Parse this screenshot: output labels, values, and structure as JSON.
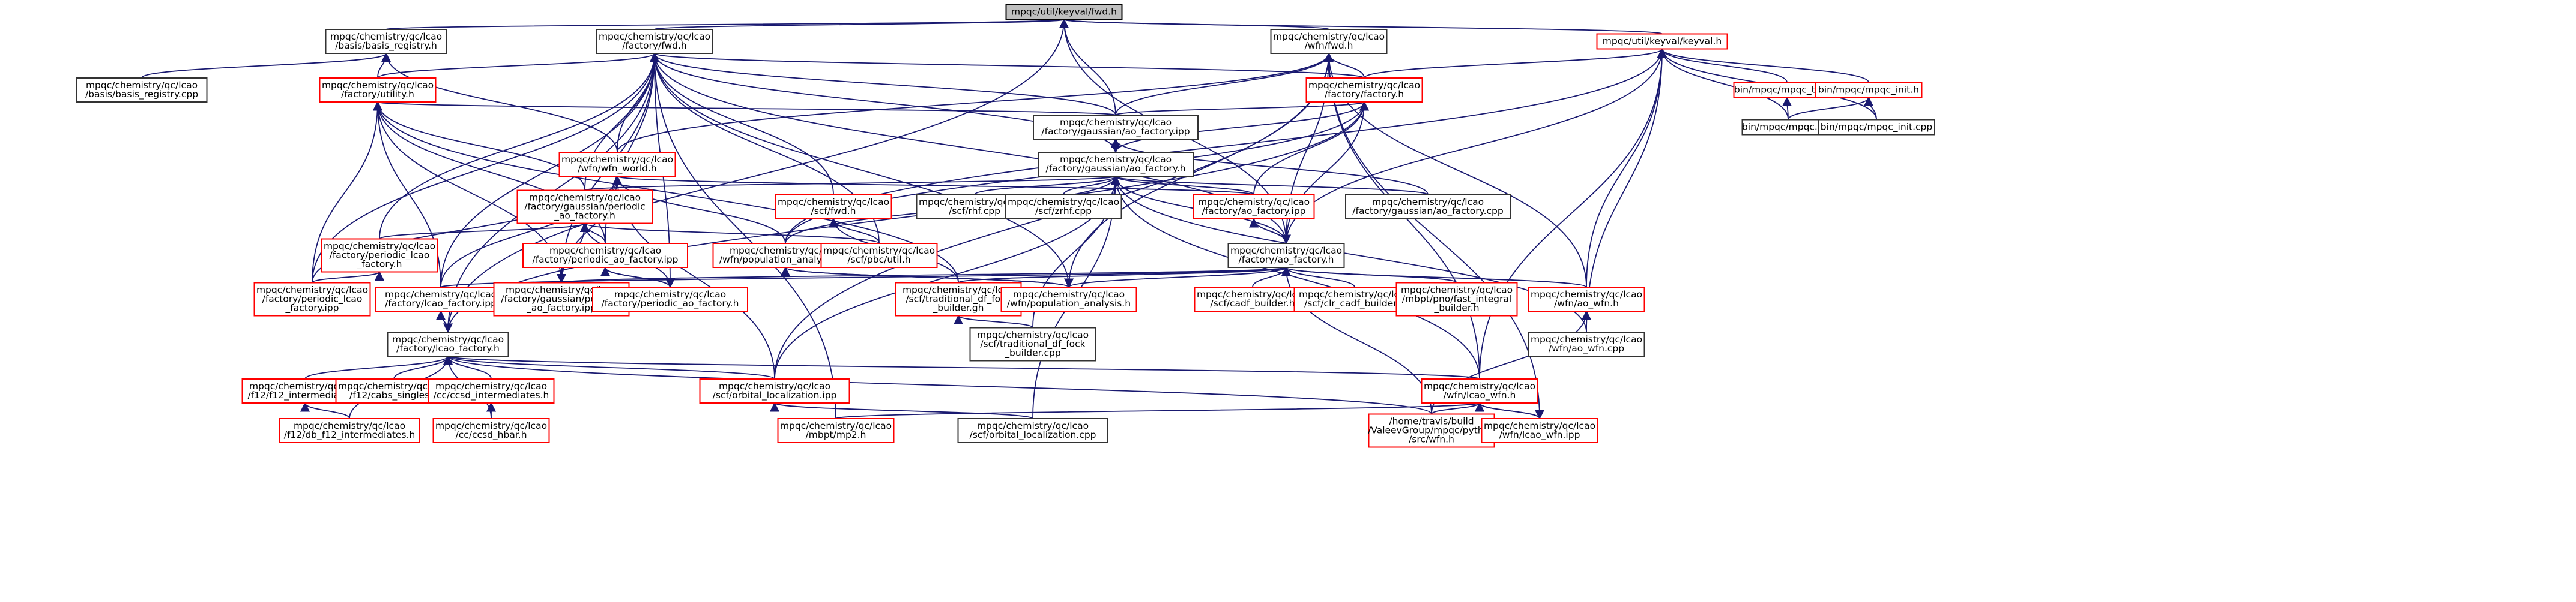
{
  "nodes": [
    {
      "id": "keyval_fwd",
      "lines": [
        "mpqc/util/keyval/fwd.h"
      ],
      "style": "focus"
    },
    {
      "id": "basis_registry_h",
      "lines": [
        "mpqc/chemistry/qc/lcao",
        "/basis/basis_registry.h"
      ],
      "style": "normal"
    },
    {
      "id": "factory_fwd",
      "lines": [
        "mpqc/chemistry/qc/lcao",
        "/factory/fwd.h"
      ],
      "style": "normal"
    },
    {
      "id": "wfn_fwd",
      "lines": [
        "mpqc/chemistry/qc/lcao",
        "/wfn/fwd.h"
      ],
      "style": "normal"
    },
    {
      "id": "keyval_h",
      "lines": [
        "mpqc/util/keyval/keyval.h"
      ],
      "style": "red"
    },
    {
      "id": "basis_registry_cpp",
      "lines": [
        "mpqc/chemistry/qc/lcao",
        "/basis/basis_registry.cpp"
      ],
      "style": "normal"
    },
    {
      "id": "factory_utility",
      "lines": [
        "mpqc/chemistry/qc/lcao",
        "/factory/utility.h"
      ],
      "style": "red"
    },
    {
      "id": "factory_factory",
      "lines": [
        "mpqc/chemistry/qc/lcao",
        "/factory/factory.h"
      ],
      "style": "red"
    },
    {
      "id": "mpqc_task",
      "lines": [
        "bin/mpqc/mpqc_task.h"
      ],
      "style": "red"
    },
    {
      "id": "mpqc_init_h",
      "lines": [
        "bin/mpqc/mpqc_init.h"
      ],
      "style": "red"
    },
    {
      "id": "gaussian_ao_factory_ipp",
      "lines": [
        "mpqc/chemistry/qc/lcao",
        "/factory/gaussian/ao_factory.ipp"
      ],
      "style": "normal"
    },
    {
      "id": "mpqc_cpp",
      "lines": [
        "bin/mpqc/mpqc.cpp"
      ],
      "style": "normal"
    },
    {
      "id": "mpqc_init_cpp",
      "lines": [
        "bin/mpqc/mpqc_init.cpp"
      ],
      "style": "normal"
    },
    {
      "id": "wfn_world",
      "lines": [
        "mpqc/chemistry/qc/lcao",
        "/wfn/wfn_world.h"
      ],
      "style": "red"
    },
    {
      "id": "gaussian_ao_factory_h",
      "lines": [
        "mpqc/chemistry/qc/lcao",
        "/factory/gaussian/ao_factory.h"
      ],
      "style": "normal"
    },
    {
      "id": "periodic_ao_factory_h",
      "lines": [
        "mpqc/chemistry/qc/lcao",
        "/factory/gaussian/periodic",
        "_ao_factory.h"
      ],
      "style": "red"
    },
    {
      "id": "scf_fwd",
      "lines": [
        "mpqc/chemistry/qc/lcao",
        "/scf/fwd.h"
      ],
      "style": "red"
    },
    {
      "id": "scf_rhf",
      "lines": [
        "mpqc/chemistry/qc/lcao",
        "/scf/rhf.cpp"
      ],
      "style": "normal"
    },
    {
      "id": "scf_zrhf",
      "lines": [
        "mpqc/chemistry/qc/lcao",
        "/scf/zrhf.cpp"
      ],
      "style": "normal"
    },
    {
      "id": "ao_factory_ipp",
      "lines": [
        "mpqc/chemistry/qc/lcao",
        "/factory/ao_factory.ipp"
      ],
      "style": "red"
    },
    {
      "id": "gaussian_ao_factory_cpp",
      "lines": [
        "mpqc/chemistry/qc/lcao",
        "/factory/gaussian/ao_factory.cpp"
      ],
      "style": "normal"
    },
    {
      "id": "periodic_lcao_factory_h",
      "lines": [
        "mpqc/chemistry/qc/lcao",
        "/factory/periodic_lcao",
        "_factory.h"
      ],
      "style": "red"
    },
    {
      "id": "factory_periodic_ao_factory_ipp",
      "lines": [
        "mpqc/chemistry/qc/lcao",
        "/factory/periodic_ao_factory.ipp"
      ],
      "style": "red"
    },
    {
      "id": "wfn_population_analysis_ipp",
      "lines": [
        "mpqc/chemistry/qc/lcao",
        "/wfn/population_analysis.ipp"
      ],
      "style": "red"
    },
    {
      "id": "scf_pbc_util",
      "lines": [
        "mpqc/chemistry/qc/lcao",
        "/scf/pbc/util.h"
      ],
      "style": "red"
    },
    {
      "id": "ao_factory_h",
      "lines": [
        "mpqc/chemistry/qc/lcao",
        "/factory/ao_factory.h"
      ],
      "style": "normal"
    },
    {
      "id": "periodic_lcao_factory_ipp",
      "lines": [
        "mpqc/chemistry/qc/lcao",
        "/factory/periodic_lcao",
        "_factory.ipp"
      ],
      "style": "red"
    },
    {
      "id": "lcao_factory_ipp",
      "lines": [
        "mpqc/chemistry/qc/lcao",
        "/factory/lcao_factory.ipp"
      ],
      "style": "red"
    },
    {
      "id": "gaussian_periodic_ao_factory_ipp",
      "lines": [
        "mpqc/chemistry/qc/lcao",
        "/factory/gaussian/periodic",
        "_ao_factory.ipp"
      ],
      "style": "red"
    },
    {
      "id": "factory_periodic_ao_factory_h",
      "lines": [
        "mpqc/chemistry/qc/lcao",
        "/factory/periodic_ao_factory.h"
      ],
      "style": "red"
    },
    {
      "id": "traditional_df_fock_builder_h",
      "lines": [
        "mpqc/chemistry/qc/lcao",
        "/scf/traditional_df_fock",
        "_builder.gh"
      ],
      "style": "red"
    },
    {
      "id": "wfn_population_analysis_h",
      "lines": [
        "mpqc/chemistry/qc/lcao",
        "/wfn/population_analysis.h"
      ],
      "style": "red"
    },
    {
      "id": "scf_cadf_builder",
      "lines": [
        "mpqc/chemistry/qc/lcao",
        "/scf/cadf_builder.h"
      ],
      "style": "red"
    },
    {
      "id": "scf_clr_cadf_builder",
      "lines": [
        "mpqc/chemistry/qc/lcao",
        "/scf/clr_cadf_builder.h"
      ],
      "style": "red"
    },
    {
      "id": "mbpt_fast_integral_builder",
      "lines": [
        "mpqc/chemistry/qc/lcao",
        "/mbpt/pno/fast_integral",
        "_builder.h"
      ],
      "style": "red"
    },
    {
      "id": "wfn_ao_wfn_h",
      "lines": [
        "mpqc/chemistry/qc/lcao",
        "/wfn/ao_wfn.h"
      ],
      "style": "red"
    },
    {
      "id": "lcao_factory_h",
      "lines": [
        "mpqc/chemistry/qc/lcao",
        "/factory/lcao_factory.h"
      ],
      "style": "normal"
    },
    {
      "id": "traditional_df_fock_builder_cpp",
      "lines": [
        "mpqc/chemistry/qc/lcao",
        "/scf/traditional_df_fock",
        "_builder.cpp"
      ],
      "style": "normal"
    },
    {
      "id": "wfn_ao_wfn_cpp",
      "lines": [
        "mpqc/chemistry/qc/lcao",
        "/wfn/ao_wfn.cpp"
      ],
      "style": "normal"
    },
    {
      "id": "f12_intermediates",
      "lines": [
        "mpqc/chemistry/qc/lcao",
        "/f12/f12_intermediates.h"
      ],
      "style": "red"
    },
    {
      "id": "f12_cabs_singles",
      "lines": [
        "mpqc/chemistry/qc/lcao",
        "/f12/cabs_singles.h"
      ],
      "style": "red"
    },
    {
      "id": "cc_ccsd_intermediates",
      "lines": [
        "mpqc/chemistry/qc/lcao",
        "/cc/ccsd_intermediates.h"
      ],
      "style": "red"
    },
    {
      "id": "scf_orbital_localization_ipp",
      "lines": [
        "mpqc/chemistry/qc/lcao",
        "/scf/orbital_localization.ipp"
      ],
      "style": "red"
    },
    {
      "id": "wfn_lcao_wfn_h",
      "lines": [
        "mpqc/chemistry/qc/lcao",
        "/wfn/lcao_wfn.h"
      ],
      "style": "red"
    },
    {
      "id": "f12_db_f12_intermediates",
      "lines": [
        "mpqc/chemistry/qc/lcao",
        "/f12/db_f12_intermediates.h"
      ],
      "style": "red"
    },
    {
      "id": "cc_ccsd_hbar",
      "lines": [
        "mpqc/chemistry/qc/lcao",
        "/cc/ccsd_hbar.h"
      ],
      "style": "red"
    },
    {
      "id": "mbpt_mp2",
      "lines": [
        "mpqc/chemistry/qc/lcao",
        "/mbpt/mp2.h"
      ],
      "style": "red"
    },
    {
      "id": "scf_orbital_localization_cpp",
      "lines": [
        "mpqc/chemistry/qc/lcao",
        "/scf/orbital_localization.cpp"
      ],
      "style": "normal"
    },
    {
      "id": "python_src_wfn",
      "lines": [
        "/home/travis/build",
        "/ValeevGroup/mpqc/python",
        "/src/wfn.h"
      ],
      "style": "red"
    },
    {
      "id": "wfn_lcao_wfn_ipp",
      "lines": [
        "mpqc/chemistry/qc/lcao",
        "/wfn/lcao_wfn.ipp"
      ],
      "style": "red"
    }
  ],
  "edges": [
    [
      "keyval_fwd",
      "basis_registry_h"
    ],
    [
      "keyval_fwd",
      "factory_fwd"
    ],
    [
      "keyval_fwd",
      "wfn_fwd"
    ],
    [
      "keyval_fwd",
      "keyval_h"
    ],
    [
      "keyval_fwd",
      "gaussian_ao_factory_ipp"
    ],
    [
      "keyval_fwd",
      "lcao_factory_h"
    ],
    [
      "keyval_fwd",
      "ao_factory_h"
    ],
    [
      "basis_registry_h",
      "basis_registry_cpp"
    ],
    [
      "basis_registry_h",
      "factory_utility"
    ],
    [
      "basis_registry_h",
      "wfn_world"
    ],
    [
      "factory_fwd",
      "factory_utility"
    ],
    [
      "factory_fwd",
      "factory_factory"
    ],
    [
      "factory_fwd",
      "wfn_world"
    ],
    [
      "factory_fwd",
      "gaussian_ao_factory_ipp"
    ],
    [
      "factory_fwd",
      "gaussian_ao_factory_h"
    ],
    [
      "factory_fwd",
      "periodic_ao_factory_h"
    ],
    [
      "factory_fwd",
      "scf_fwd"
    ],
    [
      "factory_fwd",
      "periodic_lcao_factory_h"
    ],
    [
      "factory_fwd",
      "factory_periodic_ao_factory_ipp"
    ],
    [
      "factory_fwd",
      "scf_pbc_util"
    ],
    [
      "factory_fwd",
      "lcao_factory_ipp"
    ],
    [
      "factory_fwd",
      "gaussian_periodic_ao_factory_ipp"
    ],
    [
      "factory_fwd",
      "factory_periodic_ao_factory_h"
    ],
    [
      "factory_fwd",
      "wfn_population_analysis_h"
    ],
    [
      "factory_fwd",
      "lcao_factory_h"
    ],
    [
      "factory_fwd",
      "mbpt_mp2"
    ],
    [
      "factory_fwd",
      "periodic_lcao_factory_ipp"
    ],
    [
      "factory_fwd",
      "ao_factory_h"
    ],
    [
      "wfn_fwd",
      "factory_factory"
    ],
    [
      "wfn_fwd",
      "gaussian_ao_factory_ipp"
    ],
    [
      "wfn_fwd",
      "wfn_world"
    ],
    [
      "wfn_fwd",
      "wfn_ao_wfn_h"
    ],
    [
      "wfn_fwd",
      "wfn_lcao_wfn_h"
    ],
    [
      "wfn_fwd",
      "wfn_population_analysis_h"
    ],
    [
      "wfn_fwd",
      "scf_orbital_localization_ipp"
    ],
    [
      "wfn_fwd",
      "wfn_lcao_wfn_ipp"
    ],
    [
      "wfn_fwd",
      "ao_factory_h"
    ],
    [
      "keyval_h",
      "factory_factory"
    ],
    [
      "keyval_h",
      "mpqc_task"
    ],
    [
      "keyval_h",
      "mpqc_init_h"
    ],
    [
      "keyval_h",
      "mpqc_cpp"
    ],
    [
      "keyval_h",
      "mpqc_init_cpp"
    ],
    [
      "keyval_h",
      "wfn_ao_wfn_h"
    ],
    [
      "keyval_h",
      "wfn_lcao_wfn_h"
    ],
    [
      "keyval_h",
      "wfn_population_analysis_ipp"
    ],
    [
      "keyval_h",
      "ao_factory_h"
    ],
    [
      "keyval_h",
      "wfn_ao_wfn_cpp"
    ],
    [
      "mpqc_task",
      "mpqc_cpp"
    ],
    [
      "mpqc_init_h",
      "mpqc_cpp"
    ],
    [
      "mpqc_init_h",
      "mpqc_init_cpp"
    ],
    [
      "factory_utility",
      "gaussian_ao_factory_ipp"
    ],
    [
      "factory_utility",
      "periodic_ao_factory_h"
    ],
    [
      "factory_utility",
      "lcao_factory_ipp"
    ],
    [
      "factory_utility",
      "periodic_lcao_factory_ipp"
    ],
    [
      "factory_utility",
      "factory_periodic_ao_factory_ipp"
    ],
    [
      "factory_utility",
      "gaussian_periodic_ao_factory_ipp"
    ],
    [
      "factory_utility",
      "traditional_df_fock_builder_h"
    ],
    [
      "factory_factory",
      "gaussian_ao_factory_ipp"
    ],
    [
      "factory_factory",
      "gaussian_ao_factory_h"
    ],
    [
      "factory_factory",
      "ao_factory_ipp"
    ],
    [
      "factory_factory",
      "ao_factory_h"
    ],
    [
      "factory_factory",
      "lcao_factory_h"
    ],
    [
      "factory_factory",
      "wfn_population_analysis_ipp"
    ],
    [
      "gaussian_ao_factory_ipp",
      "gaussian_ao_factory_h"
    ],
    [
      "gaussian_ao_factory_ipp",
      "gaussian_ao_factory_cpp"
    ],
    [
      "gaussian_ao_factory_h",
      "gaussian_ao_factory_ipp"
    ],
    [
      "gaussian_ao_factory_h",
      "periodic_ao_factory_h"
    ],
    [
      "gaussian_ao_factory_h",
      "scf_rhf"
    ],
    [
      "gaussian_ao_factory_h",
      "scf_zrhf"
    ],
    [
      "gaussian_ao_factory_h",
      "ao_factory_ipp"
    ],
    [
      "gaussian_ao_factory_h",
      "gaussian_ao_factory_cpp"
    ],
    [
      "gaussian_ao_factory_h",
      "ao_factory_h"
    ],
    [
      "gaussian_ao_factory_h",
      "wfn_population_analysis_ipp"
    ],
    [
      "gaussian_ao_factory_h",
      "traditional_df_fock_builder_cpp"
    ],
    [
      "gaussian_ao_factory_h",
      "scf_orbital_localization_cpp"
    ],
    [
      "gaussian_ao_factory_h",
      "wfn_lcao_wfn_h"
    ],
    [
      "gaussian_ao_factory_h",
      "scf_orbital_localization_ipp"
    ],
    [
      "gaussian_ao_factory_h",
      "wfn_ao_wfn_cpp"
    ],
    [
      "wfn_world",
      "periodic_lcao_factory_ipp"
    ],
    [
      "wfn_world",
      "lcao_factory_ipp"
    ],
    [
      "wfn_world",
      "wfn_population_analysis_ipp"
    ],
    [
      "wfn_world",
      "ao_factory_ipp"
    ],
    [
      "wfn_world",
      "gaussian_periodic_ao_factory_ipp"
    ],
    [
      "wfn_world",
      "scf_orbital_localization_ipp"
    ],
    [
      "periodic_ao_factory_h",
      "periodic_lcao_factory_h"
    ],
    [
      "periodic_ao_factory_h",
      "factory_periodic_ao_factory_ipp"
    ],
    [
      "periodic_ao_factory_h",
      "gaussian_periodic_ao_factory_ipp"
    ],
    [
      "periodic_ao_factory_h",
      "scf_pbc_util"
    ],
    [
      "periodic_ao_factory_h",
      "factory_periodic_ao_factory_h"
    ],
    [
      "scf_fwd",
      "scf_pbc_util"
    ],
    [
      "scf_fwd",
      "traditional_df_fock_builder_h"
    ],
    [
      "ao_factory_ipp",
      "ao_factory_h"
    ],
    [
      "ao_factory_h",
      "ao_factory_ipp"
    ],
    [
      "ao_factory_h",
      "lcao_factory_ipp"
    ],
    [
      "ao_factory_h",
      "wfn_population_analysis_h"
    ],
    [
      "ao_factory_h",
      "scf_cadf_builder"
    ],
    [
      "ao_factory_h",
      "scf_clr_cadf_builder"
    ],
    [
      "ao_factory_h",
      "mbpt_fast_integral_builder"
    ],
    [
      "ao_factory_h",
      "wfn_ao_wfn_h"
    ],
    [
      "ao_factory_h",
      "traditional_df_fock_builder_h"
    ],
    [
      "ao_factory_h",
      "python_src_wfn"
    ],
    [
      "ao_factory_h",
      "gaussian_periodic_ao_factory_ipp"
    ],
    [
      "periodic_lcao_factory_h",
      "periodic_lcao_factory_ipp"
    ],
    [
      "factory_periodic_ao_factory_h",
      "factory_periodic_ao_factory_ipp"
    ],
    [
      "factory_periodic_ao_factory_ipp",
      "factory_periodic_ao_factory_h"
    ],
    [
      "gaussian_periodic_ao_factory_ipp",
      "periodic_ao_factory_h"
    ],
    [
      "wfn_population_analysis_ipp",
      "wfn_population_analysis_h"
    ],
    [
      "wfn_population_analysis_h",
      "wfn_population_analysis_ipp"
    ],
    [
      "traditional_df_fock_builder_h",
      "traditional_df_fock_builder_cpp"
    ],
    [
      "wfn_ao_wfn_h",
      "wfn_ao_wfn_cpp"
    ],
    [
      "wfn_ao_wfn_h",
      "python_src_wfn"
    ],
    [
      "lcao_factory_ipp",
      "lcao_factory_h"
    ],
    [
      "lcao_factory_h",
      "lcao_factory_ipp"
    ],
    [
      "lcao_factory_h",
      "f12_intermediates"
    ],
    [
      "lcao_factory_h",
      "f12_cabs_singles"
    ],
    [
      "lcao_factory_h",
      "cc_ccsd_intermediates"
    ],
    [
      "lcao_factory_h",
      "scf_orbital_localization_ipp"
    ],
    [
      "lcao_factory_h",
      "wfn_lcao_wfn_h"
    ],
    [
      "lcao_factory_h",
      "f12_db_f12_intermediates"
    ],
    [
      "lcao_factory_h",
      "cc_ccsd_hbar"
    ],
    [
      "lcao_factory_h",
      "python_src_wfn"
    ],
    [
      "f12_intermediates",
      "f12_db_f12_intermediates"
    ],
    [
      "cc_ccsd_intermediates",
      "cc_ccsd_hbar"
    ],
    [
      "scf_orbital_localization_ipp",
      "scf_orbital_localization_cpp"
    ],
    [
      "wfn_lcao_wfn_h",
      "mbpt_mp2"
    ],
    [
      "wfn_lcao_wfn_h",
      "python_src_wfn"
    ],
    [
      "wfn_lcao_wfn_h",
      "wfn_lcao_wfn_ipp"
    ],
    [
      "wfn_lcao_wfn_ipp",
      "wfn_lcao_wfn_h"
    ]
  ]
}
